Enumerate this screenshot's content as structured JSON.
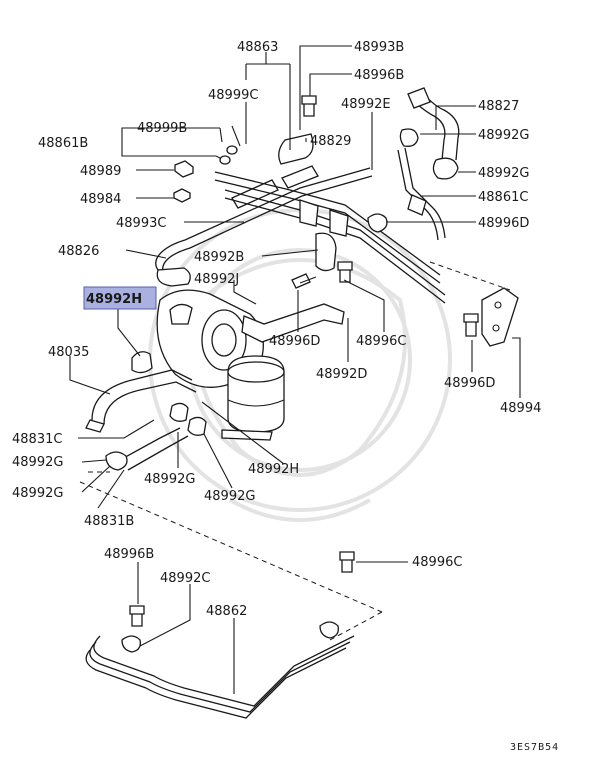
{
  "diagram": {
    "highlighted_part": "48992H",
    "code": "3ES7B54",
    "labels": {
      "l48863": "48863",
      "l48993B": "48993B",
      "l48996B_top": "48996B",
      "l48999C": "48999C",
      "l48992E": "48992E",
      "l48827": "48827",
      "l48861B": "48861B",
      "l48999B": "48999B",
      "l48829": "48829",
      "l48992G_a": "48992G",
      "l48989": "48989",
      "l48992G_b": "48992G",
      "l48984": "48984",
      "l48861C": "48861C",
      "l48993C": "48993C",
      "l48996D_a": "48996D",
      "l48826": "48826",
      "l48992B": "48992B",
      "l48992J": "48992J",
      "l48992H_hl": "48992H",
      "l48996D_b": "48996D",
      "l48996C_a": "48996C",
      "l48035": "48035",
      "l48992D": "48992D",
      "l48996D_c": "48996D",
      "l48994": "48994",
      "l48831C": "48831C",
      "l48992G_c": "48992G",
      "l48992H": "48992H",
      "l48992G_d": "48992G",
      "l48992G_e": "48992G",
      "l48992G_f": "48992G",
      "l48831B": "48831B",
      "l48996B_bot": "48996B",
      "l48996C_b": "48996C",
      "l48992C": "48992C",
      "l48862": "48862"
    }
  }
}
